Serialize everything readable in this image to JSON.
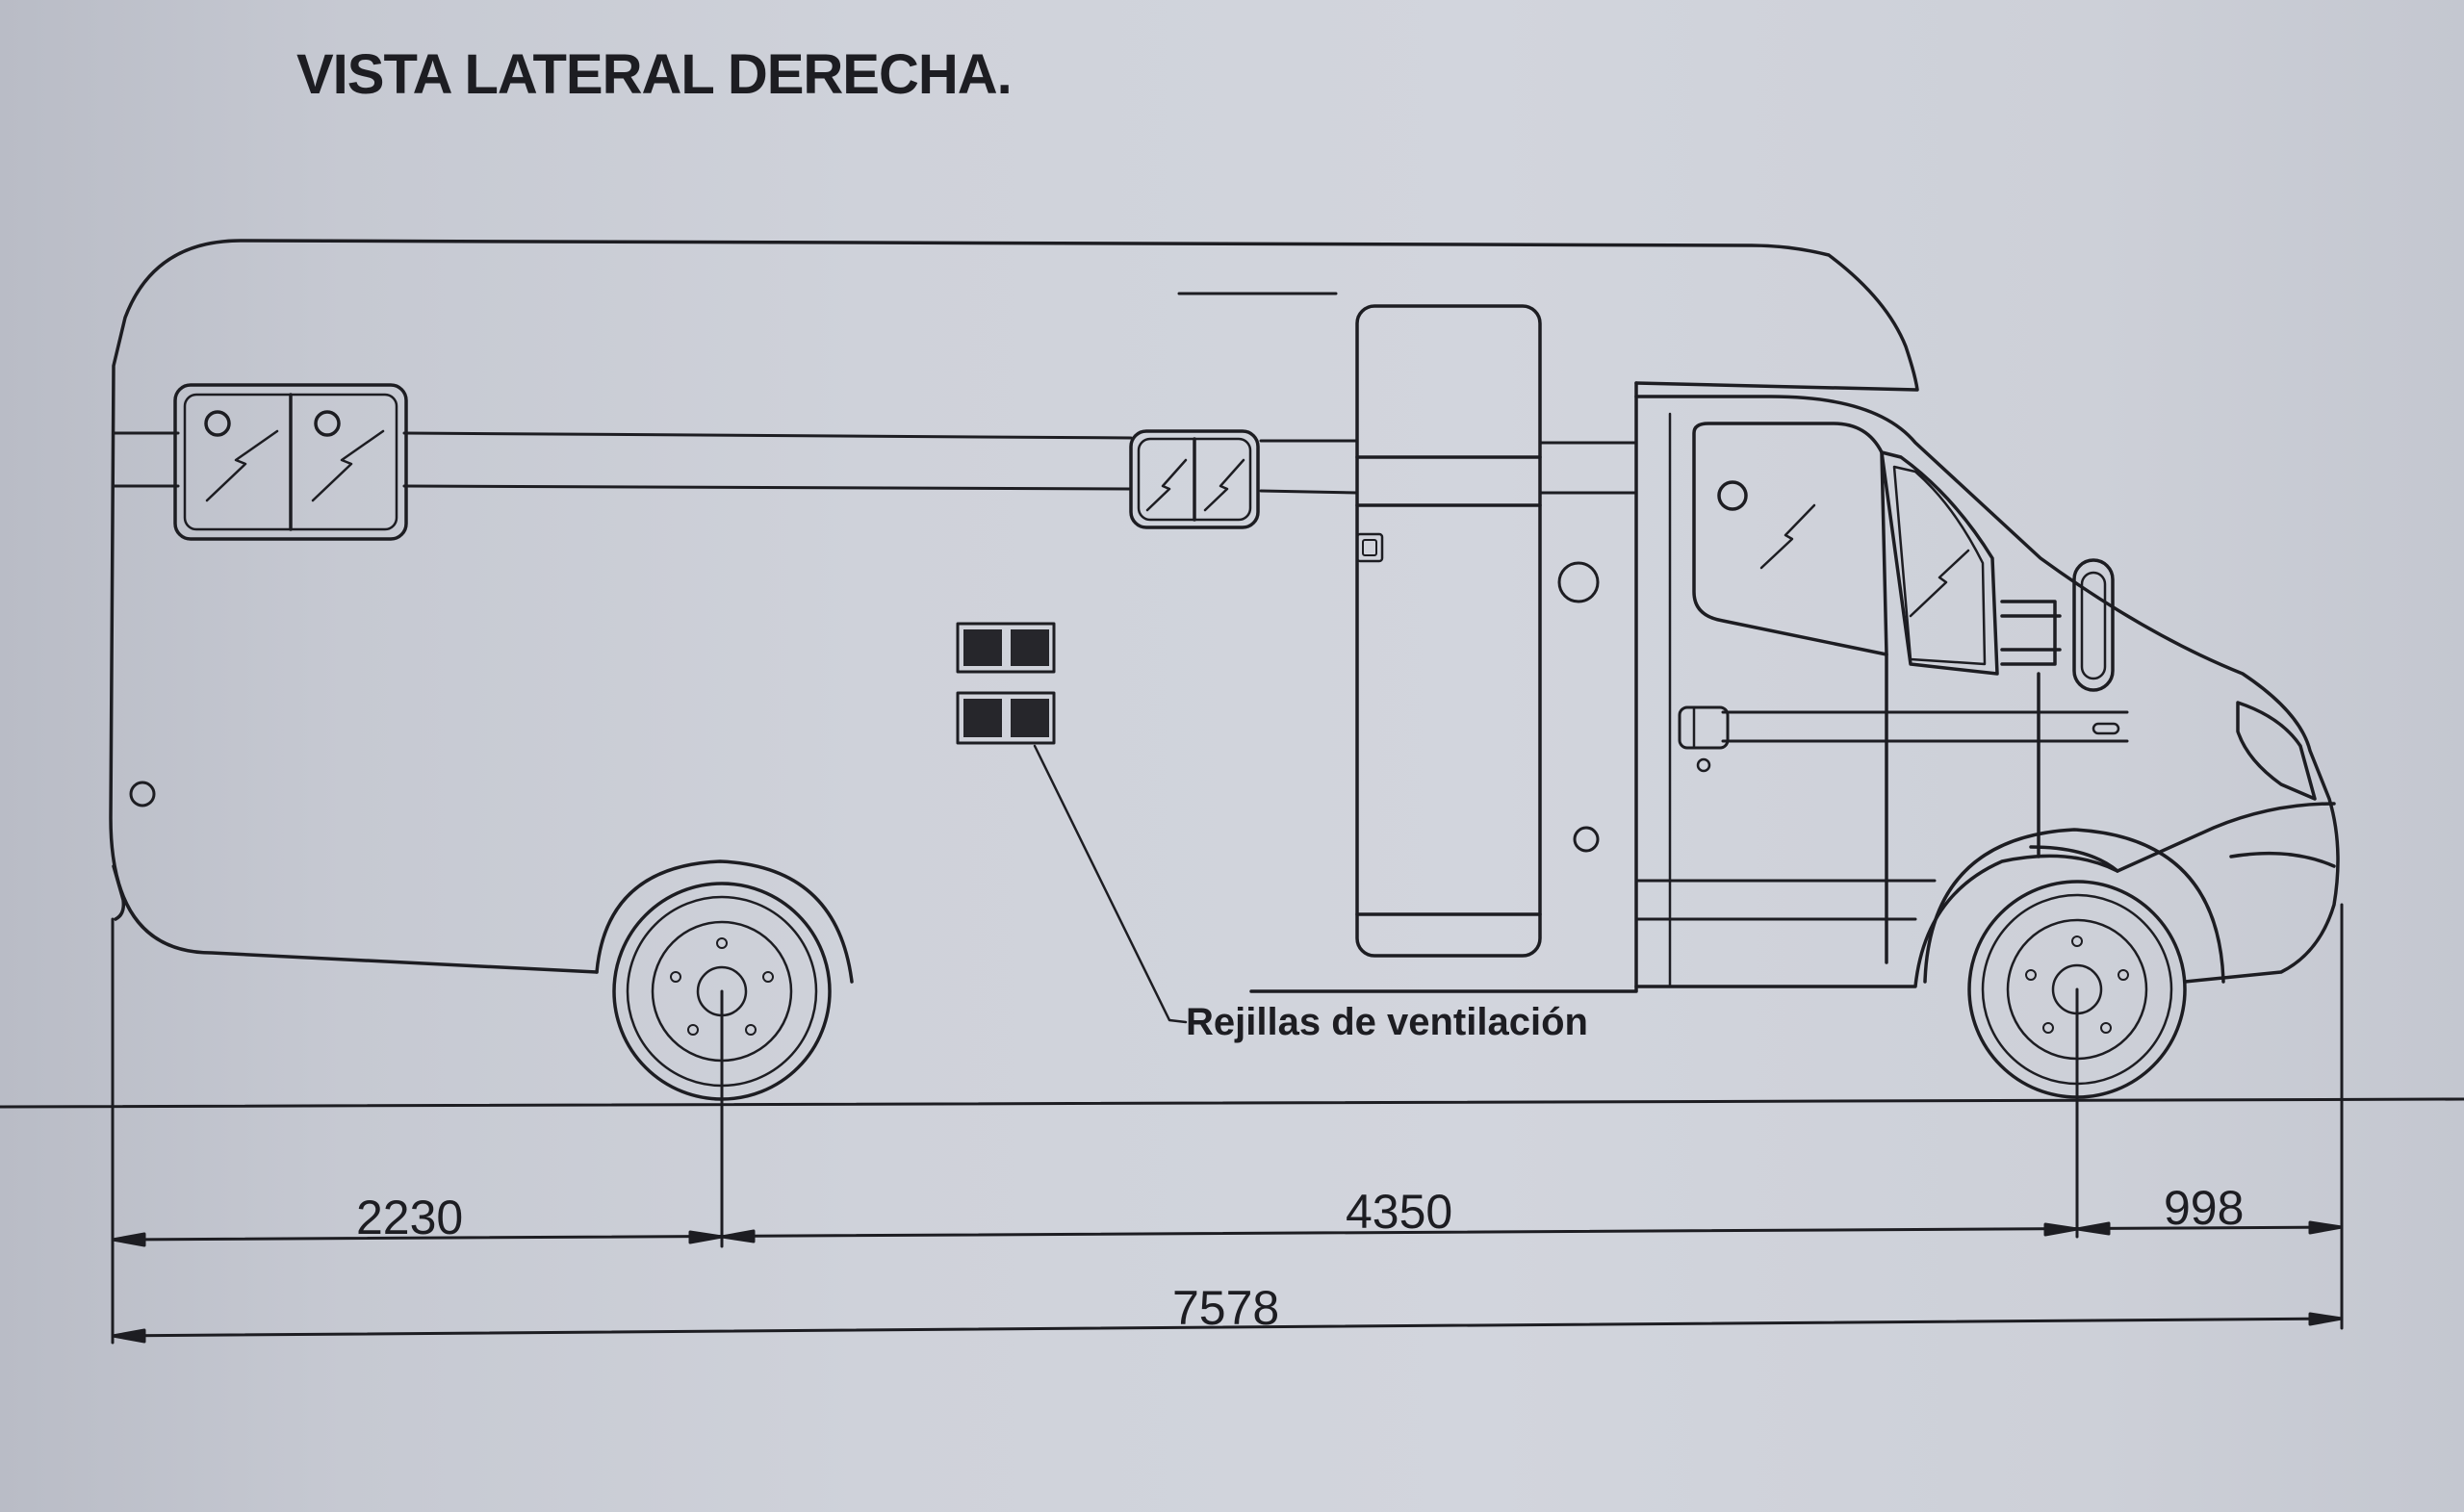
{
  "title": "VISTA LATERAL DERECHA.",
  "callout": "Rejillas de ventilación",
  "dimensions": {
    "rear_overhang": "2230",
    "wheelbase": "4350",
    "front_overhang": "998",
    "overall_length": "7578"
  },
  "colors": {
    "ink": "#1d1d22",
    "paper": "#d2d5dd"
  }
}
